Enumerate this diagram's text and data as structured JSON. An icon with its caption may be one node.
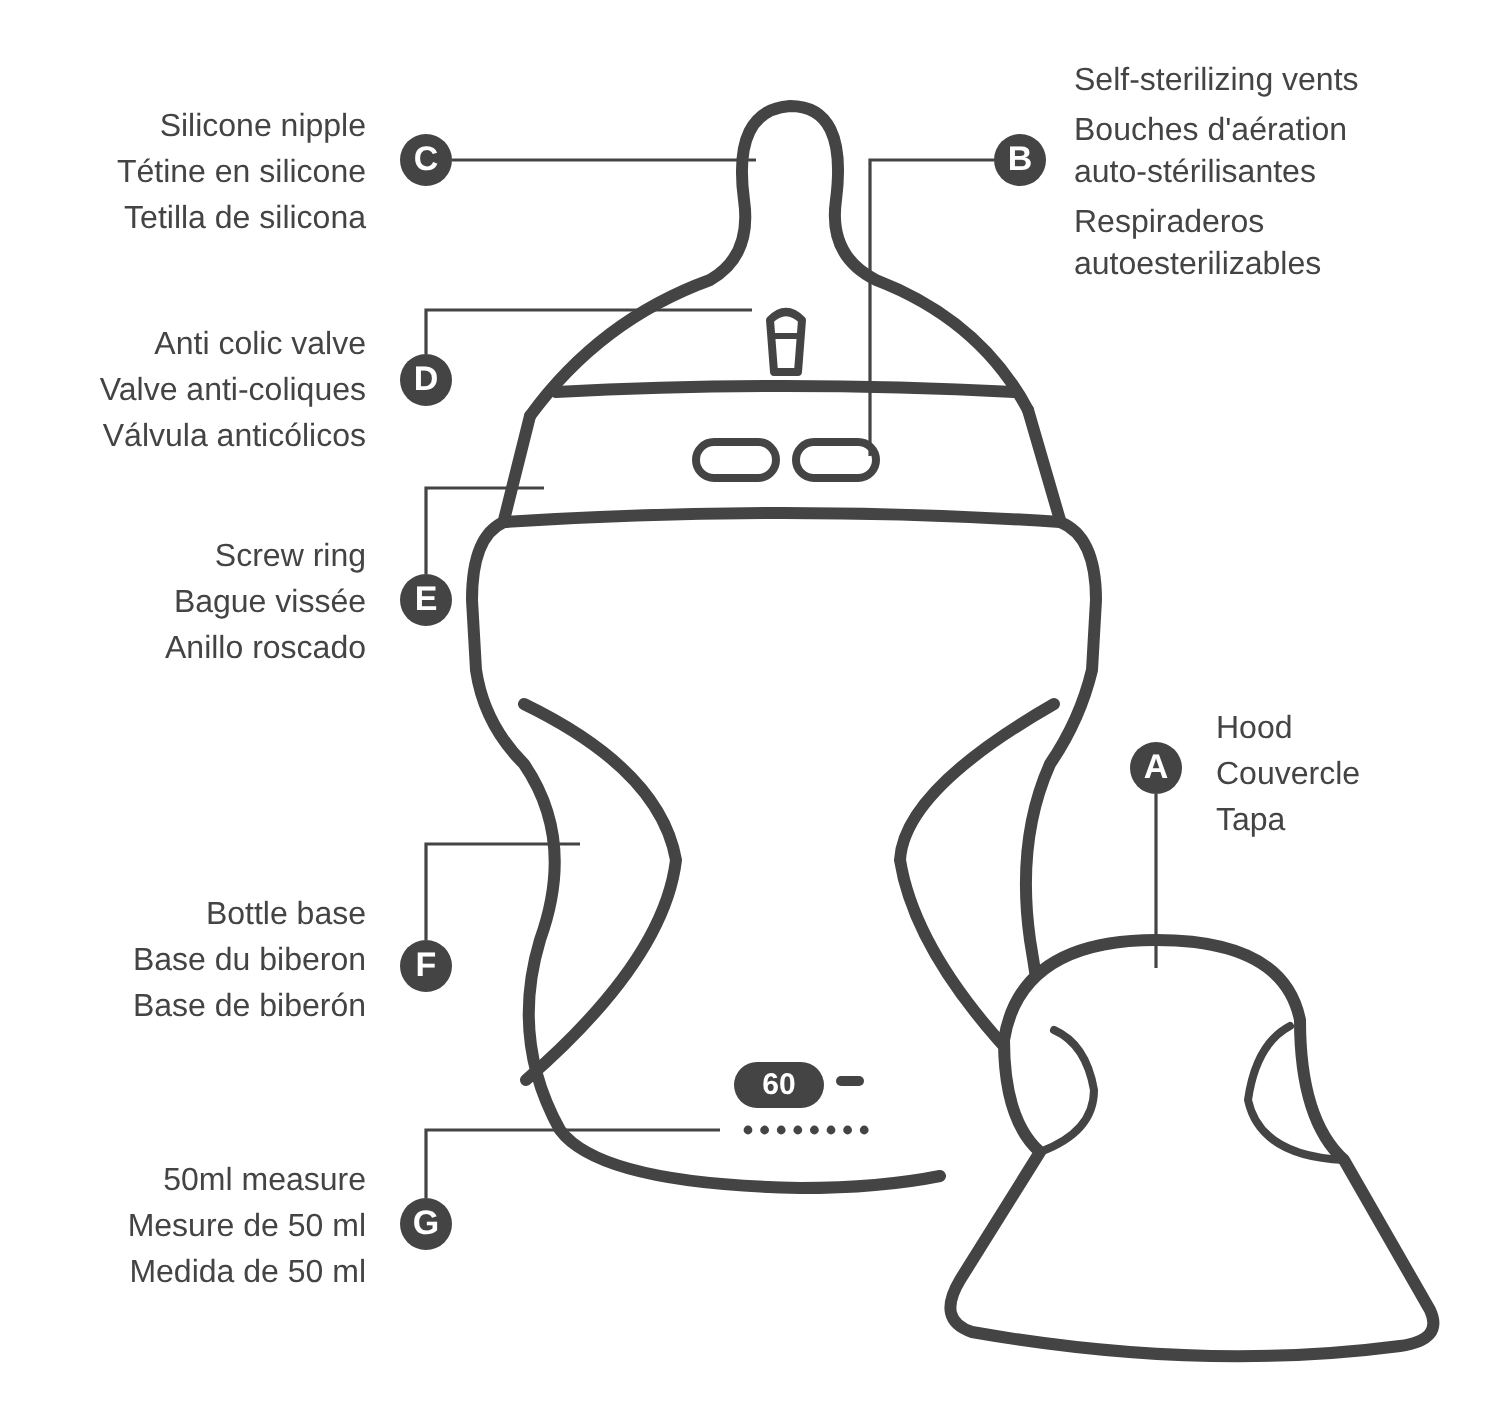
{
  "diagram": {
    "nodes": [
      {
        "text": [
          "C"
        ],
        "beside": [
          "Silicone nipple",
          "Tétine en silicone",
          "Tetilla de silicona"
        ]
      },
      {
        "text": [
          "B"
        ],
        "beside": [
          "Self-sterilizing vents",
          "Bouches d'aération auto-stérilisantes",
          "Respiraderos autoesterilizables"
        ]
      },
      {
        "text": [
          "D"
        ],
        "beside": [
          "Anti colic valve",
          "Valve anti-coliques",
          "Válvula anticólicos"
        ]
      },
      {
        "text": [
          "E"
        ],
        "beside": [
          "Screw ring",
          "Bague vissée",
          "Anillo roscado"
        ]
      },
      {
        "text": [
          "A"
        ],
        "beside": [
          "Hood",
          "Couvercle",
          "Tapa"
        ]
      },
      {
        "text": [
          "F"
        ],
        "beside": [
          "Bottle base",
          "Base du biberon",
          "Base de biberón"
        ]
      },
      {
        "text": [
          "G"
        ],
        "beside": [
          "50ml measure",
          "Mesure de 50 ml",
          "Medida de 50 ml"
        ]
      }
    ],
    "edges": [
      {
        "from": 0,
        "to": null,
        "arrow": "none"
      },
      {
        "from": 1,
        "to": null,
        "arrow": "none"
      },
      {
        "from": 2,
        "to": null,
        "arrow": "none"
      },
      {
        "from": 3,
        "to": null,
        "arrow": "none"
      },
      {
        "from": 4,
        "to": null,
        "arrow": "none"
      },
      {
        "from": 5,
        "to": null,
        "arrow": "none"
      },
      {
        "from": 6,
        "to": null,
        "arrow": "none"
      }
    ],
    "labels": [
      "60"
    ]
  }
}
